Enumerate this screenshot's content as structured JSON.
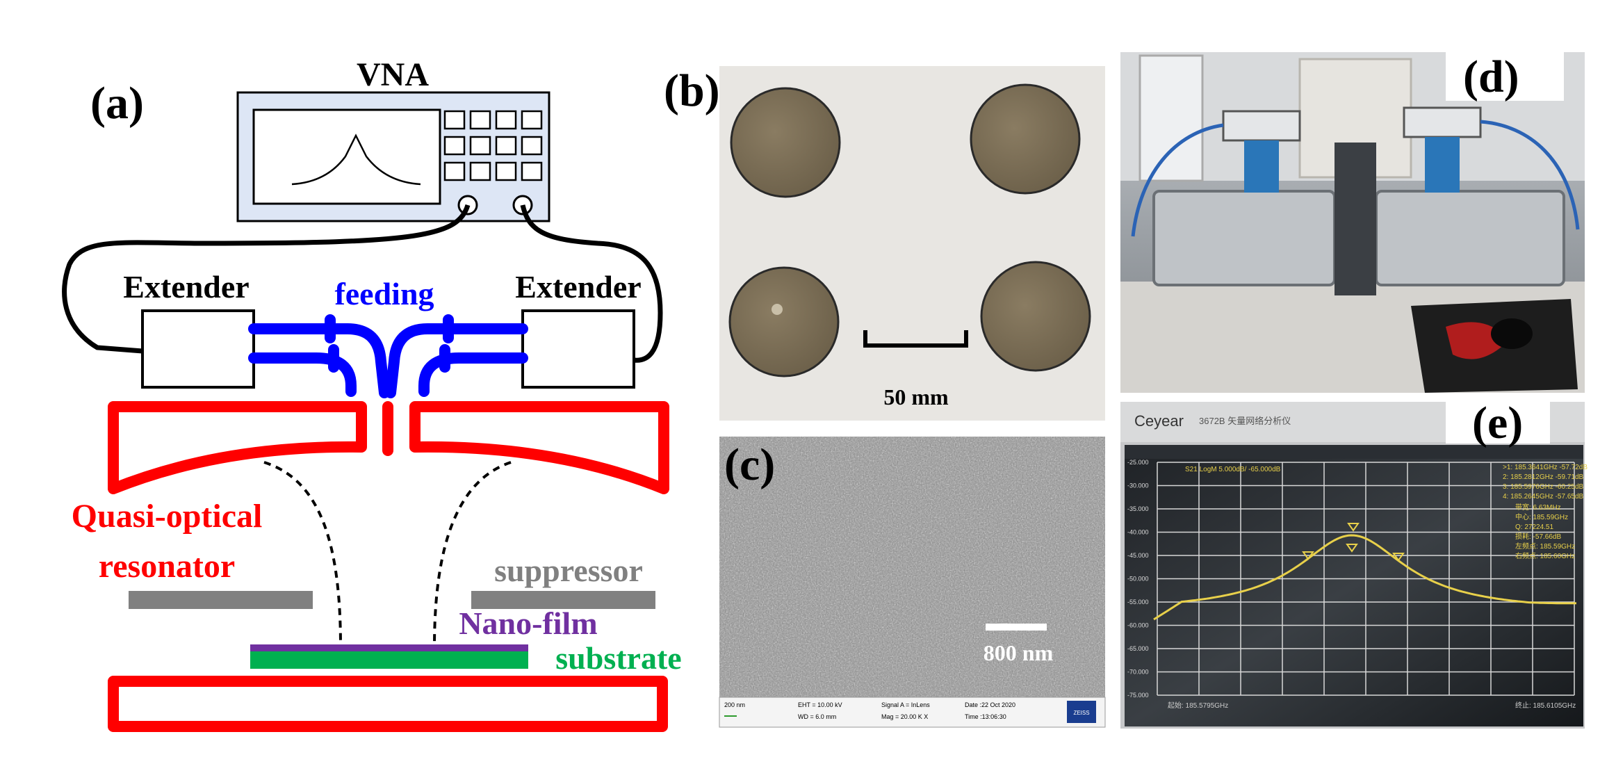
{
  "panel_labels": {
    "a": "(a)",
    "b": "(b)",
    "c": "(c)",
    "d": "(d)",
    "e": "(e)"
  },
  "schematic": {
    "vna_label": "VNA",
    "extender_left": "Extender",
    "extender_right": "Extender",
    "feeding": "feeding",
    "resonator_line1": "Quasi-optical",
    "resonator_line2": "resonator",
    "suppressor": "suppressor",
    "nanofilm": "Nano-film",
    "substrate": "substrate"
  },
  "sample_photo": {
    "scale_label": "50 mm"
  },
  "sem": {
    "scale_label": "800 nm",
    "footer": {
      "scale_small": "200 nm",
      "eht": "EHT = 10.00 kV",
      "wd": "WD = 6.0 mm",
      "signal": "Signal A = InLens",
      "mag": "Mag = 20.00 K X",
      "date": "Date :22 Oct 2020",
      "time": "Time :13:06:30",
      "logo": "ZEISS"
    }
  },
  "vna_screen": {
    "brand": "Ceyear",
    "model": "3672B 矢量网络分析仪",
    "trace_label": "S21 LogM 5.000dB/ -65.000dB",
    "markers": [
      ">1: 185.3641GHz -57.72dB",
      "2: 185.2812GHz -59.71dB",
      "3: 185.5976GHz -60.25dB",
      "4: 185.2645GHz -57.65dB"
    ],
    "stats": [
      "带宽: 6.63MHz",
      "中心: 185.59GHz",
      "Q: 27224.51",
      "损耗: -57.66dB",
      "左频点: 185.59GHz",
      "右频点: 185.60GHz"
    ],
    "y_ticks": [
      "-25.000",
      "-30.000",
      "-35.000",
      "-40.000",
      "-45.000",
      "-50.000",
      "-55.000",
      "-60.000",
      "-65.000",
      "-70.000",
      "-75.000"
    ],
    "start_label": "起始: 185.5795GHz",
    "stop_label": "终止: 185.6105GHz"
  },
  "colors": {
    "resonator": "#ff0000",
    "feeding": "#0000ff",
    "suppressor": "#808080",
    "nanofilm": "#7030a0",
    "substrate": "#00b050",
    "vna_fill": "#dde6f5"
  }
}
